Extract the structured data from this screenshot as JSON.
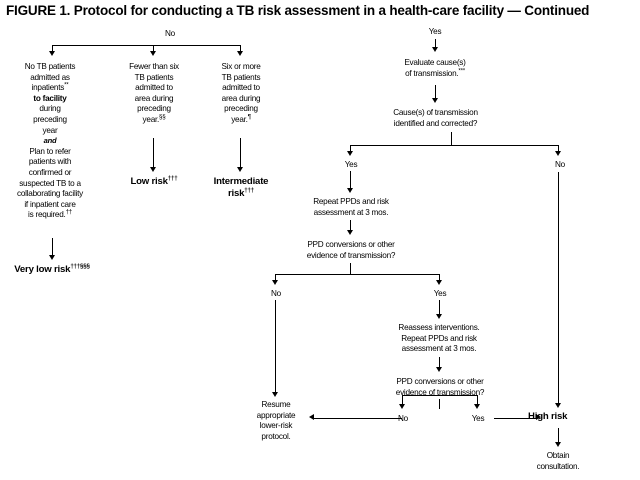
{
  "figure": {
    "title": "FIGURE 1. Protocol for conducting a TB risk assessment in a health-care facility — Continued"
  },
  "labels": {
    "no_top": "No",
    "yes_top": "Yes",
    "yes_cause": "Yes",
    "no_cause": "No",
    "no_ppd1": "No",
    "yes_ppd1": "Yes",
    "no_ppd2": "No",
    "yes_ppd2": "Yes"
  },
  "nodes": {
    "no_tb_patients": {
      "line1": "No TB patients",
      "line2": "admitted as",
      "line3": "inpatients",
      "line3_sup": "**",
      "line4_bold": "to facility",
      "line5": "during",
      "line6": "preceding",
      "line7": "year",
      "line8_italic": "and",
      "line9": "Plan to refer",
      "line10": "patients with",
      "line11": "confirmed or",
      "line12": "suspected TB to a",
      "line13": "collaborating facility",
      "line14": "if inpatient care",
      "line15": "is required.",
      "line15_sup": "††"
    },
    "very_low_risk": {
      "label": "Very low risk",
      "sup": "†††§§§"
    },
    "fewer_than_six": {
      "line1": "Fewer than six",
      "line2": "TB patients",
      "line3": "admitted to",
      "line4": "area during",
      "line5": "preceding",
      "line6": "year.",
      "sup": "§§"
    },
    "low_risk": {
      "label": "Low risk",
      "sup": "†††"
    },
    "six_or_more": {
      "line1": "Six or more",
      "line2": "TB patients",
      "line3": "admitted to",
      "line4": "area during",
      "line5": "preceding",
      "line6": "year.",
      "sup": "¶"
    },
    "intermediate_risk": {
      "line1": "Intermediate",
      "line2": "risk",
      "sup": "†††"
    },
    "evaluate_causes": {
      "line1": "Evaluate cause(s)",
      "line2": "of transmission.",
      "sup": "***"
    },
    "causes_identified": {
      "line1": "Cause(s) of transmission",
      "line2": "identified and corrected?"
    },
    "repeat_ppds": {
      "line1": "Repeat PPDs and risk",
      "line2": "assessment at 3 mos."
    },
    "ppd_conversions_1": {
      "line1": "PPD conversions or other",
      "line2": "evidence of transmission?"
    },
    "reassess": {
      "line1": "Reassess interventions.",
      "line2": "Repeat PPDs and risk",
      "line3": "assessment at 3 mos."
    },
    "ppd_conversions_2": {
      "line1": "PPD conversions or other",
      "line2": "evidence of transmission?"
    },
    "resume_protocol": {
      "line1": "Resume",
      "line2": "appropriate",
      "line3": "lower-risk",
      "line4": "protocol."
    },
    "high_risk": {
      "label": "High risk"
    },
    "obtain_consultation": {
      "line1": "Obtain",
      "line2": "consultation."
    }
  },
  "chart_data": {
    "type": "flowchart",
    "title": "FIGURE 1. Protocol for conducting a TB risk assessment in a health-care facility — Continued",
    "branches": [
      {
        "condition": "No",
        "outcomes": [
          {
            "criteria": "No TB patients admitted as inpatients** to facility during preceding year and Plan to refer patients with confirmed or suspected TB to a collaborating facility if inpatient care is required.††",
            "result": "Very low risk†††§§§"
          },
          {
            "criteria": "Fewer than six TB patients admitted to area during preceding year.§§",
            "result": "Low risk†††"
          },
          {
            "criteria": "Six or more TB patients admitted to area during preceding year.¶",
            "result": "Intermediate risk†††"
          }
        ]
      },
      {
        "condition": "Yes",
        "steps": [
          "Evaluate cause(s) of transmission.***",
          "Cause(s) of transmission identified and corrected?",
          "Yes → Repeat PPDs and risk assessment at 3 mos.",
          "PPD conversions or other evidence of transmission?",
          "No → Resume appropriate lower-risk protocol.",
          "Yes → Reassess interventions. Repeat PPDs and risk assessment at 3 mos.",
          "PPD conversions or other evidence of transmission?",
          "No → Resume appropriate lower-risk protocol.",
          "Yes → High risk",
          "No (cause not identified/corrected) → High risk",
          "High risk → Obtain consultation."
        ]
      }
    ]
  }
}
